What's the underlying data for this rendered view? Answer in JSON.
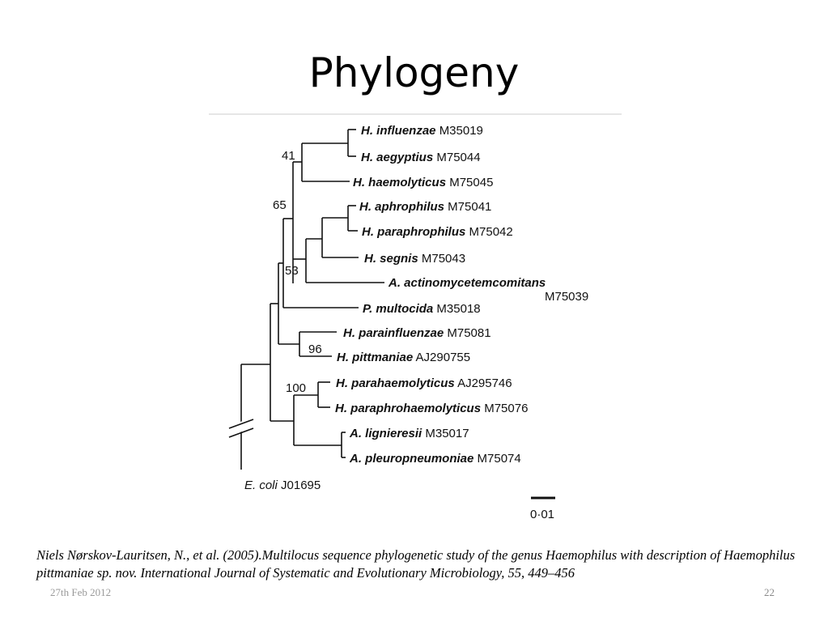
{
  "slide": {
    "title": "Phylogeny",
    "citation": "Niels Nørskov-Lauritsen, N., et al. (2005).Multilocus sequence phylogenetic study of the genus Haemophilus with description of Haemophilus pittmaniae sp. nov. International Journal of Systematic and Evolutionary Microbiology, 55, 449–456",
    "footer_date": "27th Feb 2012",
    "page_number": "22"
  },
  "tree": {
    "leaves": [
      {
        "species": "H. influenzae",
        "accession": "M35019"
      },
      {
        "species": "H. aegyptius",
        "accession": "M75044"
      },
      {
        "species": "H. haemolyticus",
        "accession": "M75045"
      },
      {
        "species": "H. aphrophilus",
        "accession": "M75041"
      },
      {
        "species": "H. paraphrophilus",
        "accession": "M75042"
      },
      {
        "species": "H. segnis",
        "accession": "M75043"
      },
      {
        "species": "A. actinomycetemcomitans",
        "accession": "M75039"
      },
      {
        "species": "P. multocida",
        "accession": "M35018"
      },
      {
        "species": "H. parainfluenzae",
        "accession": "M75081"
      },
      {
        "species": "H. pittmaniae",
        "accession": "AJ290755"
      },
      {
        "species": "H. parahaemolyticus",
        "accession": "AJ295746"
      },
      {
        "species": "H. paraphrohaemolyticus",
        "accession": "M75076"
      },
      {
        "species": "A. lignieresii",
        "accession": "M35017"
      },
      {
        "species": "A. pleuropneumoniae",
        "accession": "M75074"
      }
    ],
    "outgroup": {
      "species": "E. coli",
      "accession": "J01695"
    },
    "bootstrap": [
      "41",
      "65",
      "53",
      "96",
      "100"
    ],
    "scale_label": "0·01"
  }
}
